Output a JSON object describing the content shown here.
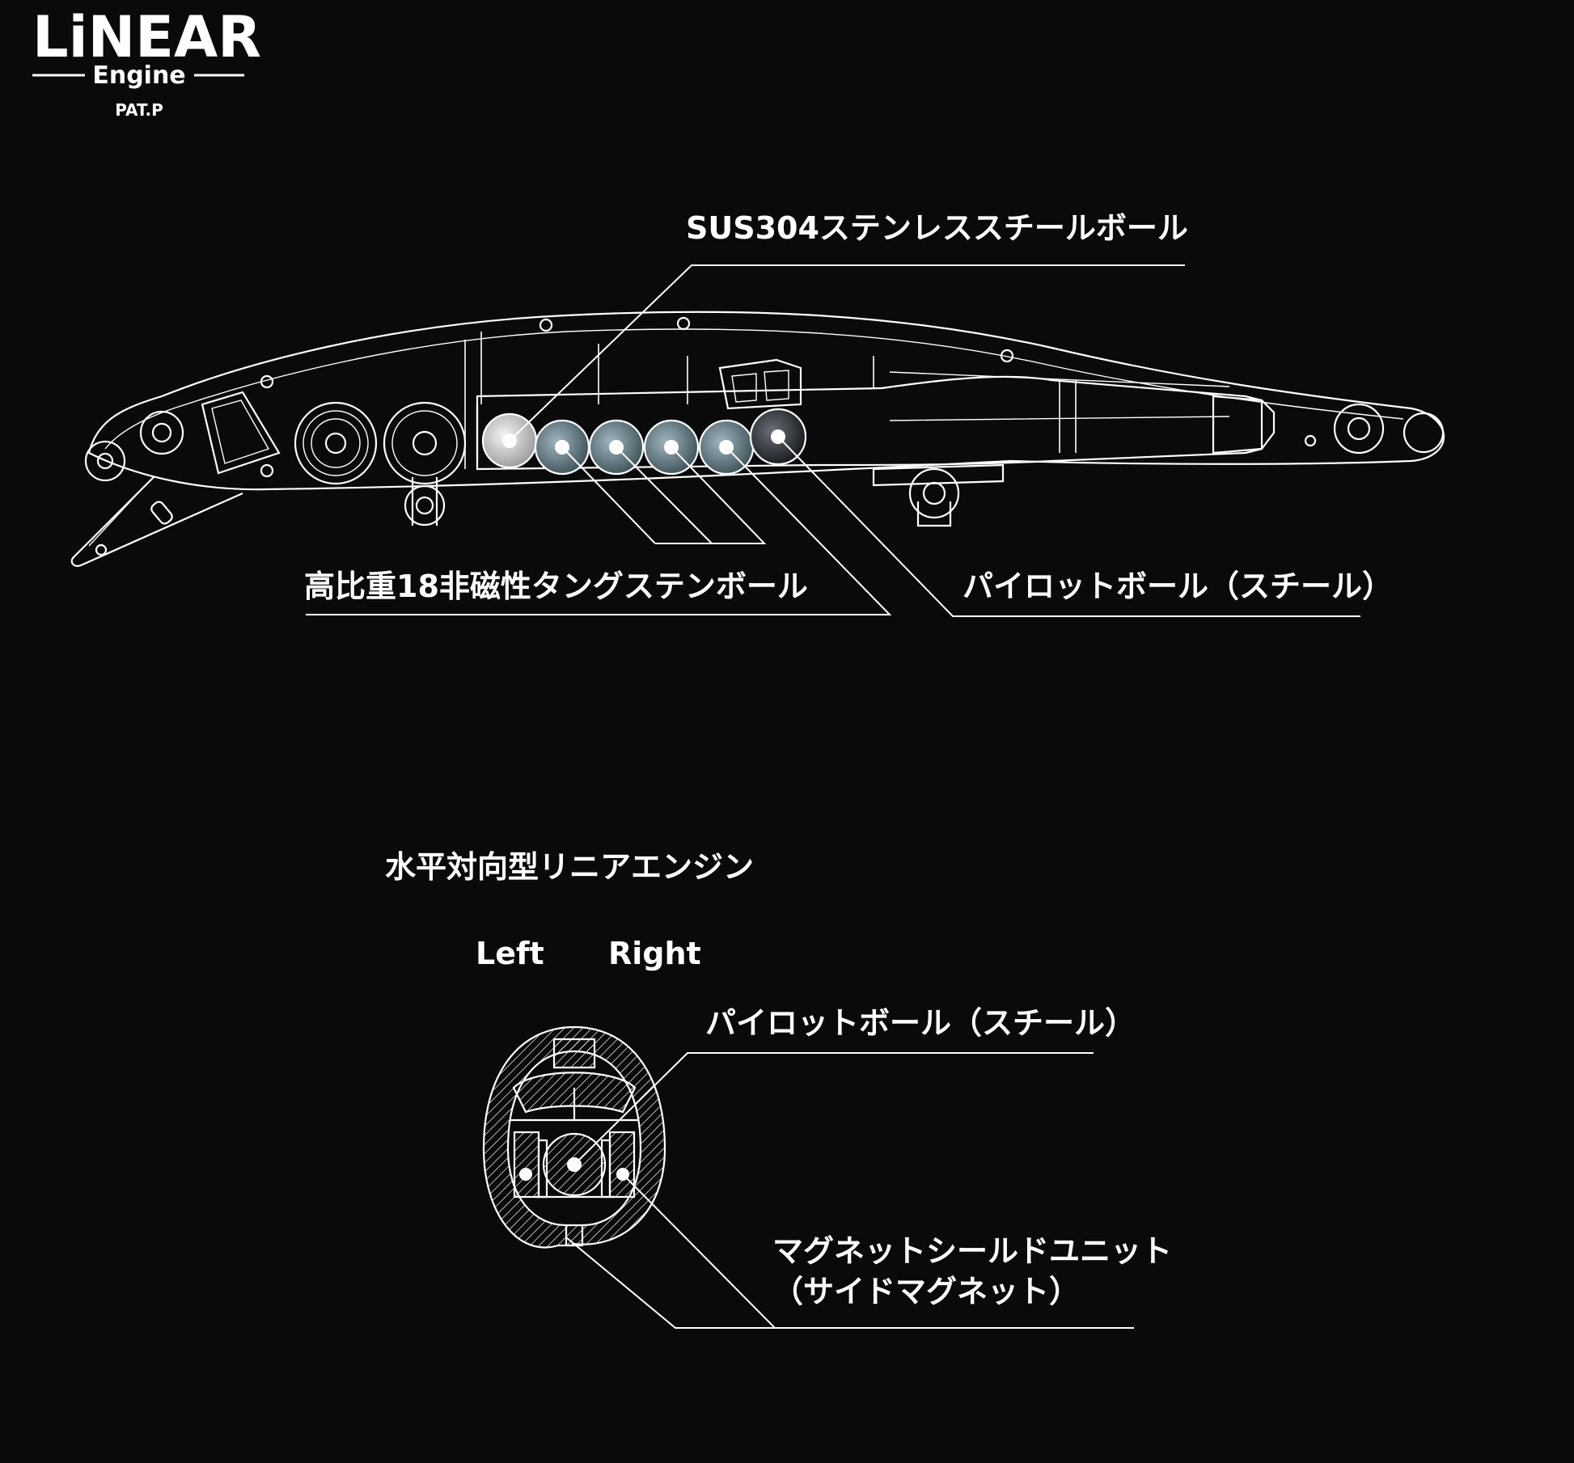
{
  "logo": {
    "wordmark": "LiNEAR",
    "subtitle": "Engine",
    "patent": "PAT.P"
  },
  "side_view": {
    "labels": {
      "steel_ball": "SUS304ステンレススチールボール",
      "tungsten_ball": "高比重18非磁性タングステンボール",
      "pilot_ball": "パイロットボール（スチール）"
    }
  },
  "cross_section": {
    "heading": "水平対向型リニアエンジン",
    "left_label": "Left",
    "right_label": "Right",
    "labels": {
      "pilot_ball": "パイロットボール（スチール）",
      "magnet_unit_line1": "マグネットシールドユニット",
      "magnet_unit_line2": "（サイドマグネット）"
    }
  },
  "colors": {
    "background": "#0a0a0a",
    "line": "#ffffff",
    "steel_ball": "#cfcfcf",
    "tungsten_ball": "#6e8790",
    "pilot_ball": "#3a3d44"
  }
}
